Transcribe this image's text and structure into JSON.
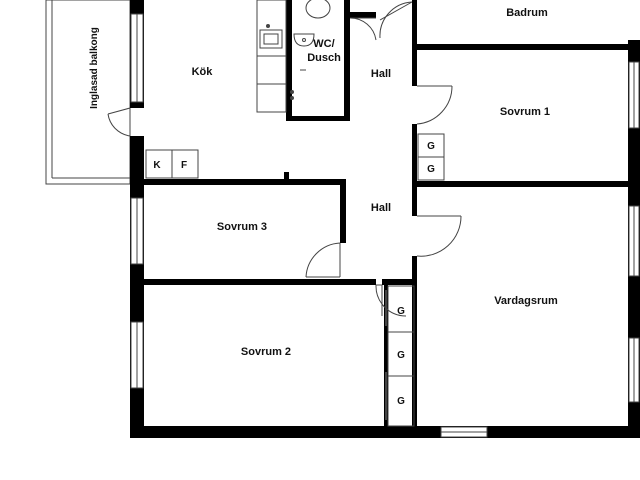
{
  "floorplan": {
    "rooms": {
      "badrum": "Badrum",
      "wc_dusch_line1": "WC/",
      "wc_dusch_line2": "Dusch",
      "kok": "Kök",
      "hall_upper": "Hall",
      "hall_lower": "Hall",
      "sovrum_1": "Sovrum 1",
      "sovrum_2": "Sovrum 2",
      "sovrum_3": "Sovrum 3",
      "vardagsrum": "Vardagsrum",
      "inglasad_balkong": "Inglasad balkong"
    },
    "fixtures": {
      "kyl": "K",
      "frys": "F"
    },
    "wardrobes": {
      "sovrum1_upper": "G",
      "sovrum1_lower": "G",
      "hall_1": "G",
      "hall_2": "G",
      "hall_3": "G"
    },
    "colors": {
      "wall": "#000000",
      "thin_line": "#444444",
      "background": "#ffffff"
    }
  }
}
